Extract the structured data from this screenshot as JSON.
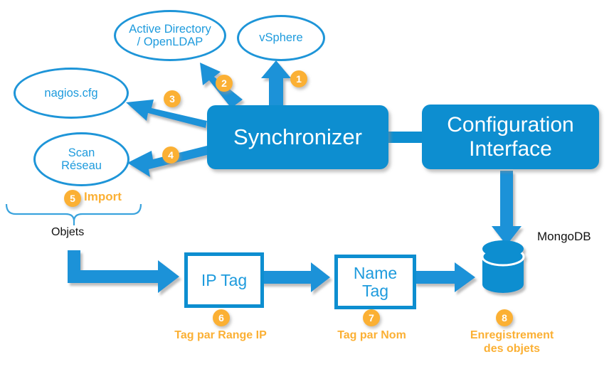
{
  "diagram": {
    "title": "Synchronizer data flow",
    "accent_blue": "#0d8ed0",
    "accent_orange": "#fbb034",
    "text_blue": "#1e9bdd"
  },
  "processes": [
    {
      "id": "synchronizer",
      "label": "Synchronizer"
    },
    {
      "id": "configuration-interface",
      "label": "Configuration\nInterface",
      "line1": "Configuration",
      "line2": "Interface"
    }
  ],
  "sources": [
    {
      "id": "active-directory",
      "line1": "Active Directory",
      "line2": "/ OpenLDAP"
    },
    {
      "id": "vsphere",
      "line1": "vSphere",
      "line2": ""
    },
    {
      "id": "nagios",
      "line1": "nagios.cfg",
      "line2": ""
    },
    {
      "id": "scan-reseau",
      "line1": "Scan",
      "line2": "Réseau"
    }
  ],
  "tag_boxes": [
    {
      "id": "ip-tag",
      "line1": "IP Tag",
      "line2": ""
    },
    {
      "id": "name-tag",
      "line1": "Name",
      "line2": "Tag"
    }
  ],
  "database": {
    "id": "mongodb",
    "label": "MongoDB"
  },
  "brace_label": "Objets",
  "steps": [
    {
      "number": "1",
      "target": "vSphere",
      "caption": ""
    },
    {
      "number": "2",
      "target": "Active Directory / OpenLDAP",
      "caption": ""
    },
    {
      "number": "3",
      "target": "nagios.cfg",
      "caption": ""
    },
    {
      "number": "4",
      "target": "Scan Réseau",
      "caption": ""
    },
    {
      "number": "5",
      "target": "Objets",
      "caption": "Import"
    },
    {
      "number": "6",
      "target": "IP Tag",
      "caption": "Tag par Range IP"
    },
    {
      "number": "7",
      "target": "Name Tag",
      "caption": "Tag par Nom"
    },
    {
      "number": "8",
      "target": "MongoDB",
      "caption": "Enregistrement\ndes objets",
      "caption_line1": "Enregistrement",
      "caption_line2": "des objets"
    }
  ],
  "badge_numbers": {
    "b1": "1",
    "b2": "2",
    "b3": "3",
    "b4": "4",
    "b5": "5",
    "b6": "6",
    "b7": "7",
    "b8": "8"
  }
}
